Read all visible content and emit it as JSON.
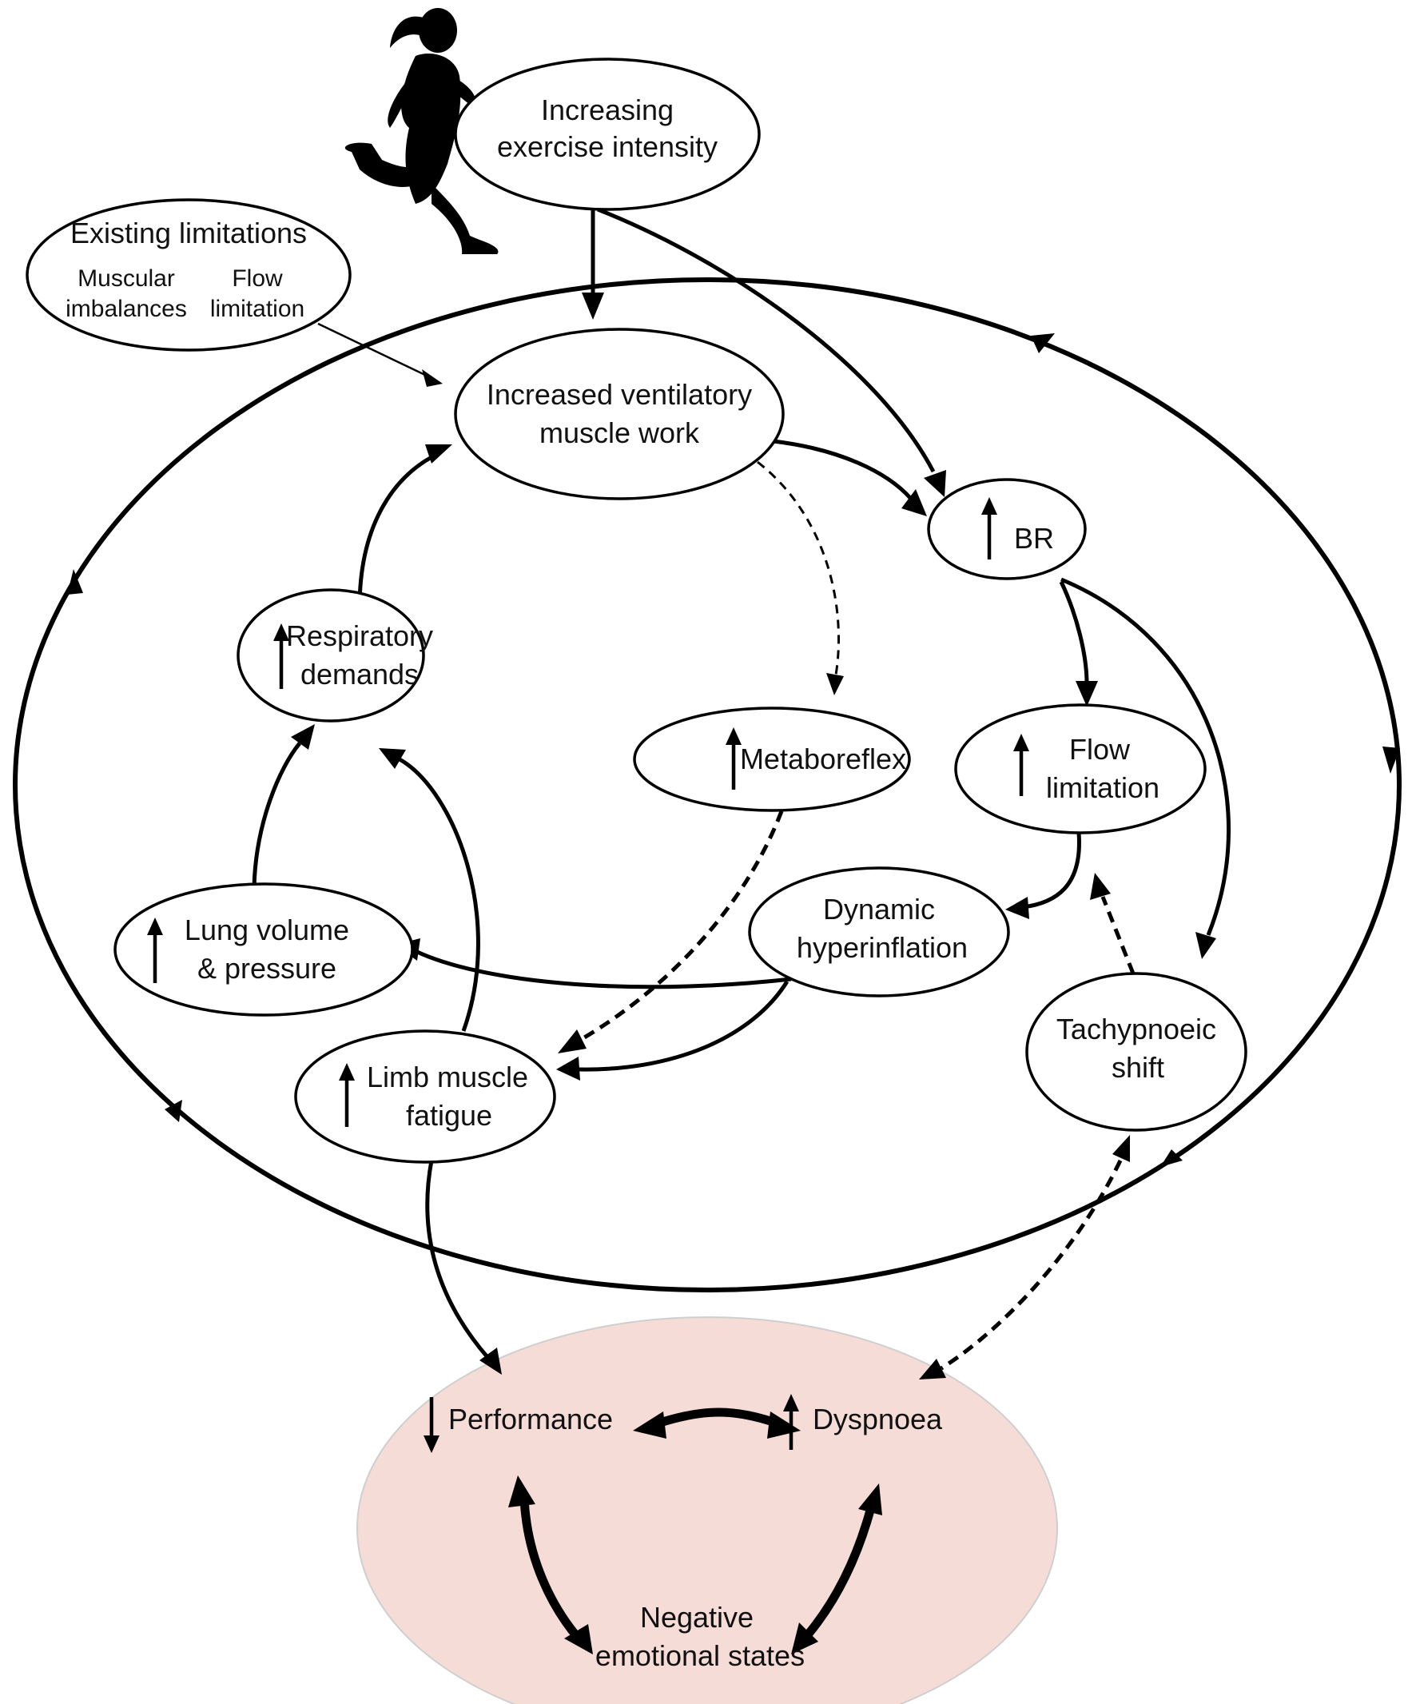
{
  "colors": {
    "outcome_bubble": "#f5dcd6",
    "line": "#000000",
    "node_fill": "#ffffff"
  },
  "icons": {
    "runner": "running-person-silhouette",
    "increase": "up-arrow",
    "decrease": "down-arrow"
  },
  "nodes": {
    "exercise": {
      "line1": "Increasing",
      "line2": "exercise intensity"
    },
    "existing": {
      "title": "Existing limitations",
      "left1": "Muscular",
      "left2": "imbalances",
      "right1": "Flow",
      "right2": "limitation"
    },
    "ventilatory": {
      "line1": "Increased ventilatory",
      "line2": "muscle work"
    },
    "br": {
      "label": "BR",
      "direction": "up"
    },
    "respiratory": {
      "line1": "Respiratory",
      "line2": "demands",
      "direction": "up"
    },
    "metaboreflex": {
      "label": "Metaboreflex",
      "direction": "up"
    },
    "flow": {
      "line1": "Flow",
      "line2": "limitation",
      "direction": "up"
    },
    "dynamic": {
      "line1": "Dynamic",
      "line2": "hyperinflation"
    },
    "lung": {
      "line1": "Lung volume",
      "line2": "& pressure",
      "direction": "up"
    },
    "tachy": {
      "line1": "Tachypnoeic",
      "line2": "shift"
    },
    "limb": {
      "line1": "Limb muscle",
      "line2": "fatigue",
      "direction": "up"
    }
  },
  "outcomes": {
    "performance": {
      "label": "Performance",
      "direction": "down"
    },
    "dyspnoea": {
      "label": "Dyspnoea",
      "direction": "up"
    },
    "emotional": {
      "line1": "Negative",
      "line2": "emotional states"
    }
  }
}
